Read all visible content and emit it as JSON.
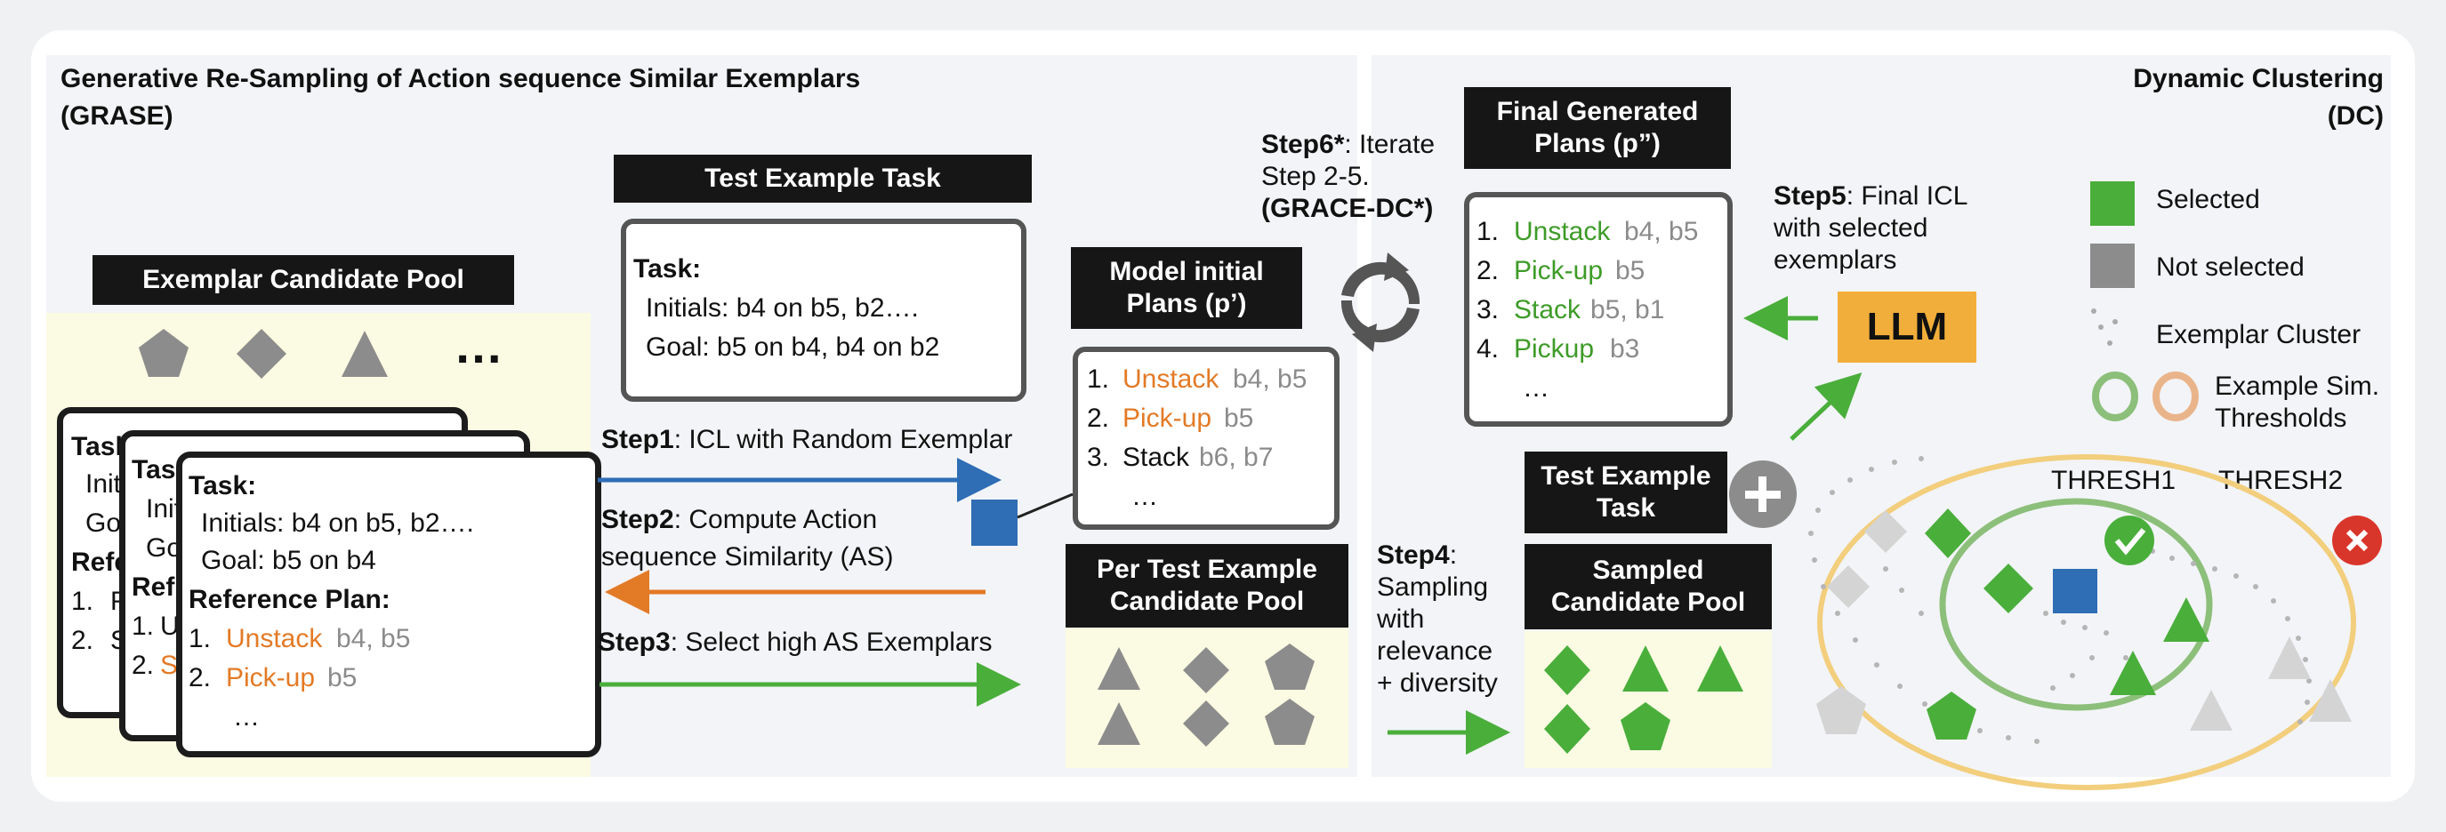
{
  "colors": {
    "blue": "#2f6db5",
    "orange": "#e37a26",
    "green": "#4aae3b",
    "gray": "#8c8c8c",
    "llm": "#f2ae3a"
  },
  "left_panel": {
    "title": "Generative Re-Sampling of Action sequence Similar Exemplars",
    "subtitle": "(GRASE)"
  },
  "right_panel": {
    "title": "Dynamic Clustering",
    "subtitle": "(DC)"
  },
  "pool": {
    "header": "Exemplar Candidate Pool",
    "ellipsis": "…"
  },
  "exemplar_back": {
    "l1": "Task",
    "l2": "Initi",
    "l3": "Go",
    "l4": "Refe",
    "l5": "1.",
    "l5b": "F",
    "l6": "2.",
    "l6b": "S"
  },
  "exemplar_mid": {
    "l1": "Tas",
    "l2": "Init",
    "l3": "Go",
    "l4": "Ref",
    "l5": "1.",
    "l5b": "U",
    "l6": "2.",
    "l6b": "S"
  },
  "exemplar_front": {
    "task_label": "Task:",
    "initials": "Initials: b4 on b5, b2….",
    "goal": "Goal: b5 on b4",
    "ref_label": "Reference Plan:",
    "p1_num": "1.",
    "p1_action": "Unstack",
    "p1_args": "b4, b5",
    "p2_num": "2.",
    "p2_action": "Pick-up",
    "p2_args": "b5",
    "dots": "…"
  },
  "test_task": {
    "header": "Test Example Task",
    "label": "Task:",
    "initials": "Initials: b4 on b5, b2….",
    "goal": "Goal: b5 on b4, b4 on b2"
  },
  "steps": {
    "s1_bold": "Step1",
    "s1_text": ": ICL with Random Exemplar",
    "s2_bold": "Step2",
    "s2_text": ": Compute Action",
    "s2_text2": "sequence Similarity (AS)",
    "s3_bold": "Step3",
    "s3_text": ": Select high AS Exemplars",
    "s4_bold": "Step4",
    "s4_l1": ":",
    "s4_l2": "Sampling",
    "s4_l3": "with",
    "s4_l4": "relevance",
    "s4_l5": "+ diversity",
    "s5_bold": "Step5",
    "s5_l1": ": Final ICL",
    "s5_l2": "with selected",
    "s5_l3": "exemplars",
    "s6_bold": "Step6*",
    "s6_l1": ": Iterate",
    "s6_l2": "Step 2-5.",
    "s6_l3": "(GRACE-DC*)"
  },
  "initial_plans": {
    "header_l1": "Model initial",
    "header_l2": "Plans (p’)",
    "p1_num": "1.",
    "p1_action": "Unstack",
    "p1_args": "b4, b5",
    "p2_num": "2.",
    "p2_action": "Pick-up",
    "p2_args": "b5",
    "p3_num": "3.",
    "p3_action": "Stack",
    "p3_args": "b6, b7",
    "dots": "…"
  },
  "per_test_pool": {
    "header_l1": "Per Test Example",
    "header_l2": "Candidate Pool"
  },
  "final_plans": {
    "header_l1": "Final Generated",
    "header_l2": "Plans (p”)",
    "p1_num": "1.",
    "p1_action": "Unstack",
    "p1_args": "b4, b5",
    "p2_num": "2.",
    "p2_action": "Pick-up",
    "p2_args": "b5",
    "p3_num": "3.",
    "p3_action": "Stack",
    "p3_args": "b5, b1",
    "p4_num": "4.",
    "p4_action": "Pickup",
    "p4_args": "b3",
    "dots": "…"
  },
  "llm": {
    "label": "LLM"
  },
  "test_task_dc": {
    "l1": "Test Example",
    "l2": "Task"
  },
  "sampled_pool": {
    "header_l1": "Sampled",
    "header_l2": "Candidate Pool"
  },
  "legend": {
    "selected": "Selected",
    "not_selected": "Not selected",
    "cluster": "Exemplar Cluster",
    "sim_l1": "Example Sim.",
    "sim_l2": "Thresholds"
  },
  "cluster": {
    "thresh1": "THRESH1",
    "thresh2": "THRESH2"
  }
}
